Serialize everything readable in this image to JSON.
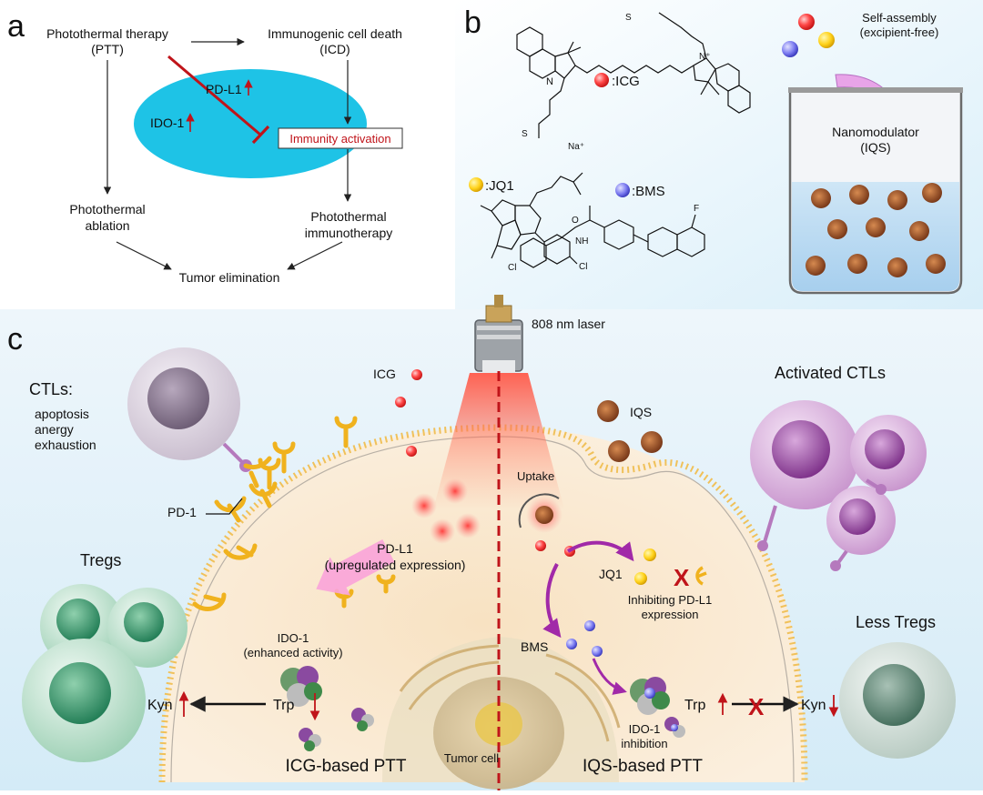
{
  "panel_labels": {
    "a": "a",
    "b": "b",
    "c": "c"
  },
  "panel_a": {
    "ptt_line1": "Photothermal therapy",
    "ptt_line2": "(PTT)",
    "icd_line1": "Immunogenic cell death",
    "icd_line2": "(ICD)",
    "pdl1": "PD-L1",
    "ido1": "IDO-1",
    "immunity_activation": "Immunity activation",
    "ablation_line1": "Photothermal",
    "ablation_line2": "ablation",
    "immuno_line1": "Photothermal",
    "immuno_line2": "immunotherapy",
    "tumor_elimination": "Tumor elimination"
  },
  "panel_b": {
    "icg_label": ":ICG",
    "jq1_label": ":JQ1",
    "bms_label": ":BMS",
    "na_label": "Na⁺",
    "n_plus": "N⁺",
    "self_assembly_line1": "Self-assembly",
    "self_assembly_line2": "(excipient-free)",
    "nanomodulator_line1": "Nanomodulator",
    "nanomodulator_line2": "(IQS)"
  },
  "panel_c": {
    "laser": "808 nm laser",
    "icg": "ICG",
    "iqs": "IQS",
    "ctls_title": "CTLs:",
    "ctls_line1": "apoptosis",
    "ctls_line2": "anergy",
    "ctls_line3": "exhaustion",
    "activated_ctls": "Activated CTLs",
    "pd1": "PD-1",
    "pdl1_line1": "PD-L1",
    "pdl1_line2": "(upregulated expression)",
    "uptake": "Uptake",
    "jq1": "JQ1",
    "inhibit_line1": "Inhibiting PD-L1",
    "inhibit_line2": "expression",
    "tregs": "Tregs",
    "less_tregs": "Less Tregs",
    "ido_line1": "IDO-1",
    "ido_line2": "(enhanced activity)",
    "bms": "BMS",
    "kyn_left": "Kyn",
    "trp_left": "Trp",
    "trp_right": "Trp",
    "kyn_right": "Kyn",
    "ido_inh_line1": "IDO-1",
    "ido_inh_line2": "inhibition",
    "tumor_cell": "Tumor cell",
    "icg_ptt": "ICG-based PTT",
    "iqs_ptt": "IQS-based PTT"
  },
  "colors": {
    "cyan_ellipse": "#1ec3e6",
    "red_accent": "#c0141a",
    "pdl1_yellow": "#f0b21e",
    "ctl_purple": "#b579bd",
    "treg_green": "#5cab83"
  }
}
